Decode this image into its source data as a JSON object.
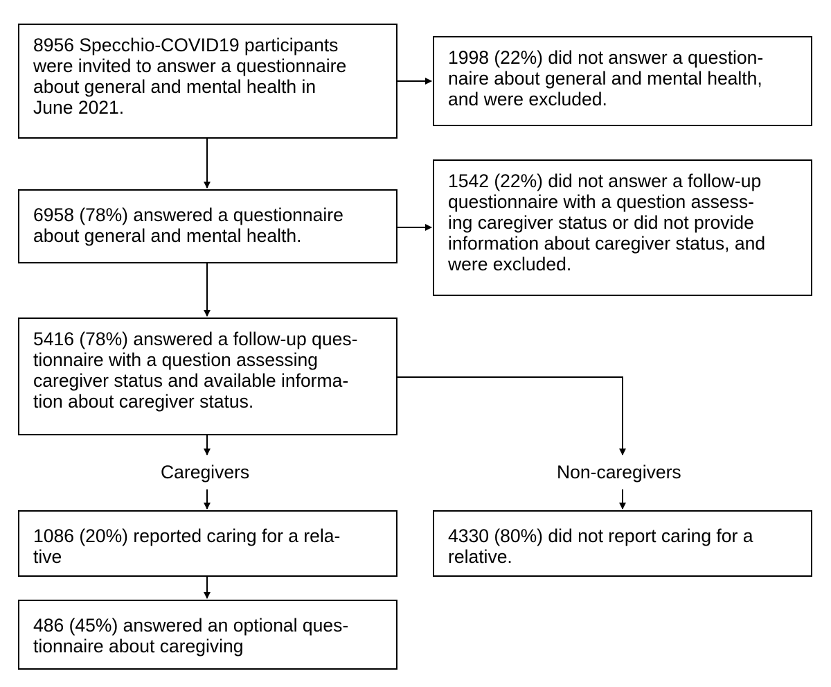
{
  "flowchart": {
    "box_invited": {
      "lines": [
        "8956 Specchio-COVID19 participants",
        "were invited to answer a questionnaire",
        "about general and mental health in",
        "June 2021."
      ]
    },
    "box_excluded_1": {
      "lines": [
        "1998 (22%) did not answer a question-",
        "naire about general and mental health,",
        "and were excluded."
      ]
    },
    "box_answered": {
      "lines": [
        "6958 (78%) answered a questionnaire",
        "about general and mental health."
      ]
    },
    "box_excluded_2": {
      "lines": [
        "1542 (22%) did not answer a follow-up",
        "questionnaire with a question assess-",
        "ing caregiver status or did not provide",
        "information about caregiver status, and",
        "were excluded."
      ]
    },
    "box_followup": {
      "lines": [
        "5416 (78%) answered a follow-up ques-",
        "tionnaire with a question assessing",
        "caregiver status and available informa-",
        "tion about caregiver status."
      ]
    },
    "label_caregivers": "Caregivers",
    "label_noncaregivers": "Non-caregivers",
    "box_caregivers": {
      "lines": [
        "1086 (20%) reported caring for a rela-",
        "tive"
      ]
    },
    "box_noncaregivers": {
      "lines": [
        "4330 (80%) did not report caring for a",
        "relative."
      ]
    },
    "box_optional": {
      "lines": [
        "486 (45%) answered an optional ques-",
        "tionnaire about caregiving"
      ]
    }
  }
}
